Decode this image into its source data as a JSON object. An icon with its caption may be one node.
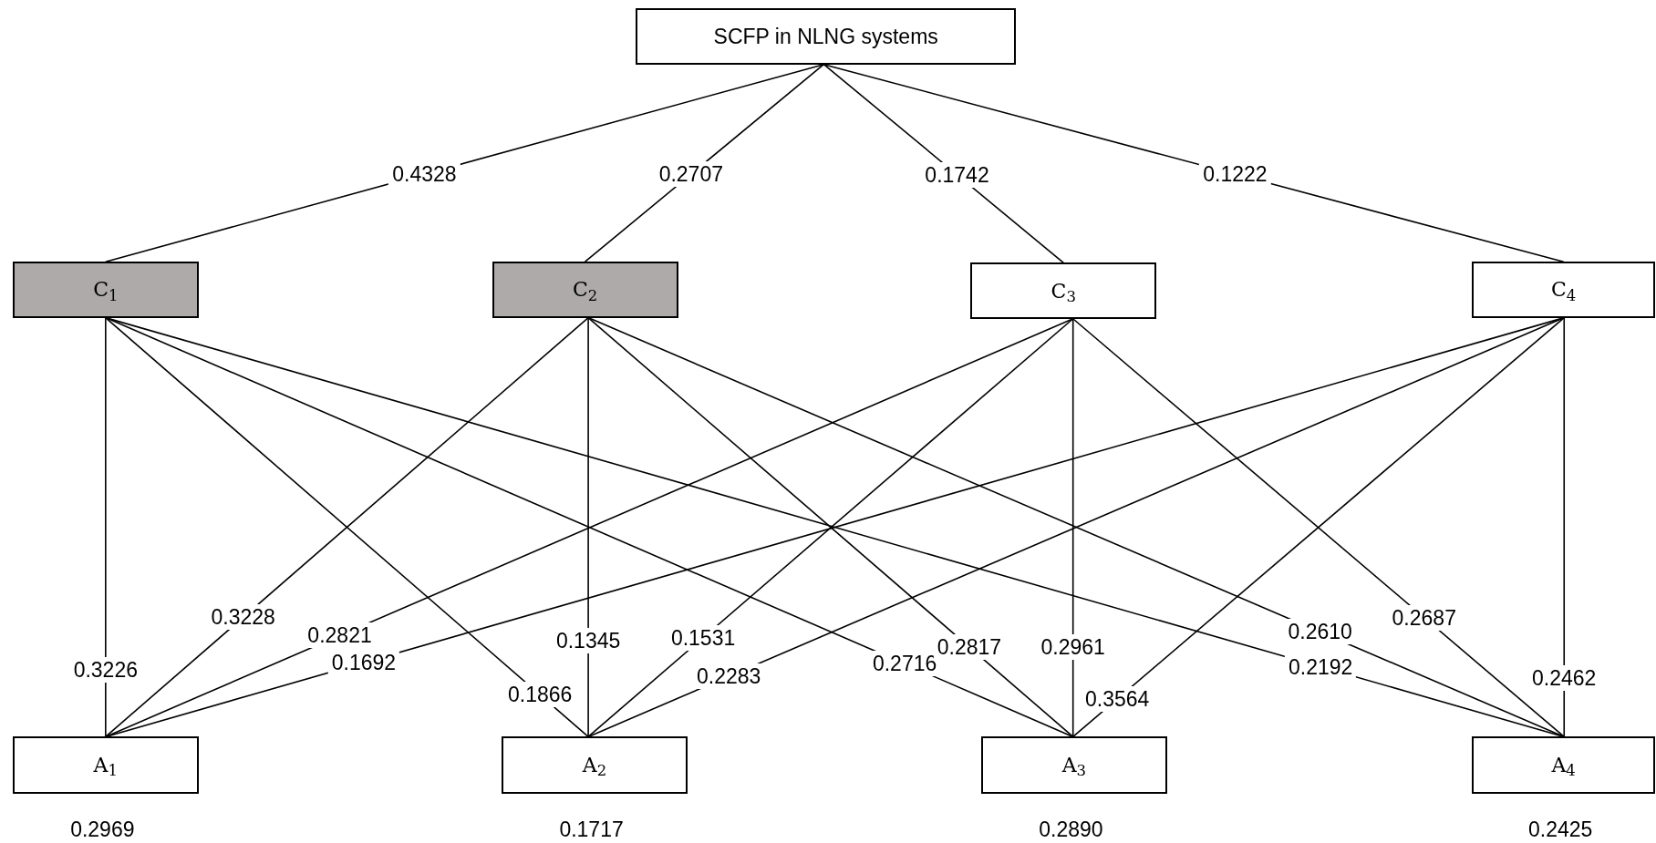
{
  "diagram": {
    "nodes": [
      {
        "text": [
          "SCFP in NLNG systems"
        ]
      },
      {
        "text": [
          "C$_{1}$"
        ]
      },
      {
        "text": [
          "C$_{2}$"
        ]
      },
      {
        "text": [
          "C$_{3}$"
        ]
      },
      {
        "text": [
          "C$_{4}$"
        ]
      },
      {
        "text": [
          "A$_{1}$"
        ],
        "beside": [
          "0.2969"
        ]
      },
      {
        "text": [
          "A$_{2}$"
        ],
        "beside": [
          "0.1717"
        ]
      },
      {
        "text": [
          "A$_{3}$"
        ],
        "beside": [
          "0.2890"
        ]
      },
      {
        "text": [
          "A$_{4}$"
        ],
        "beside": [
          "0.2425"
        ]
      }
    ],
    "edges": [
      {
        "from": 0,
        "to": 1,
        "arrow": "none",
        "label": "0.4328"
      },
      {
        "from": 0,
        "to": 2,
        "arrow": "none",
        "label": "0.2707"
      },
      {
        "from": 0,
        "to": 3,
        "arrow": "none",
        "label": "0.1742"
      },
      {
        "from": 0,
        "to": 4,
        "arrow": "none",
        "label": "0.1222"
      },
      {
        "from": 1,
        "to": 5,
        "arrow": "none",
        "label": "0.3226"
      },
      {
        "from": 1,
        "to": 6,
        "arrow": "none",
        "label": "0.1866"
      },
      {
        "from": 1,
        "to": 7,
        "arrow": "none",
        "label": "0.2716"
      },
      {
        "from": 1,
        "to": 8,
        "arrow": "none",
        "label": "0.2192"
      },
      {
        "from": 2,
        "to": 5,
        "arrow": "none",
        "label": "0.3228"
      },
      {
        "from": 2,
        "to": 6,
        "arrow": "none",
        "label": "0.1345"
      },
      {
        "from": 2,
        "to": 7,
        "arrow": "none",
        "label": "0.2817"
      },
      {
        "from": 2,
        "to": 8,
        "arrow": "none",
        "label": "0.2610"
      },
      {
        "from": 3,
        "to": 5,
        "arrow": "none",
        "label": "0.2821"
      },
      {
        "from": 3,
        "to": 6,
        "arrow": "none",
        "label": "0.1531"
      },
      {
        "from": 3,
        "to": 7,
        "arrow": "none",
        "label": "0.2961"
      },
      {
        "from": 3,
        "to": 8,
        "arrow": "none",
        "label": "0.2687"
      },
      {
        "from": 4,
        "to": 5,
        "arrow": "none",
        "label": "0.1692"
      },
      {
        "from": 4,
        "to": 6,
        "arrow": "none",
        "label": "0.2283"
      },
      {
        "from": 4,
        "to": 7,
        "arrow": "none",
        "label": "0.3564"
      },
      {
        "from": 4,
        "to": 8,
        "arrow": "none",
        "label": "0.2462"
      }
    ]
  }
}
